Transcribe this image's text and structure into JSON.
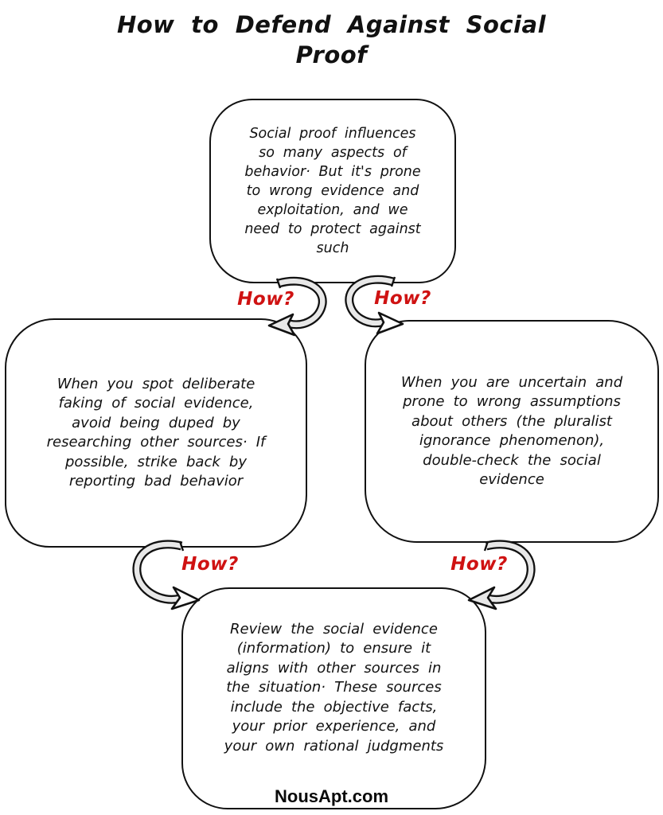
{
  "theme": {
    "ink": "#111111",
    "accent_red": "#cf1212",
    "arrow_fill": "#e8e8e8",
    "paper": "#ffffff"
  },
  "title": {
    "line1": "How to Defend Against Social",
    "line2": "Proof"
  },
  "nodes": {
    "top": {
      "text": "Social proof influences so many aspects of behavior· But it's prone to wrong evidence and exploitation, and we need to protect against such",
      "lines": [
        "Social proof influences",
        "so many aspects of",
        "behavior· But it's prone",
        "to wrong evidence and",
        "exploitation, and we",
        "need to protect against",
        "such"
      ]
    },
    "left": {
      "text": "When you spot deliberate faking of social evidence, avoid being duped by researching other sources· If possible, strike back by reporting bad behavior",
      "lines": [
        "When you spot deliberate",
        "faking of social evidence,",
        "avoid being duped by",
        "researching other sources· If",
        "possible, strike back by",
        "reporting bad behavior"
      ]
    },
    "right": {
      "text": "When you are uncertain and prone to wrong assumptions about others (the pluralist ignorance phenomenon), double-check the social evidence",
      "lines": [
        "When you are uncertain and",
        "prone to wrong assumptions",
        "about others (the pluralist",
        "ignorance phenomenon),",
        "double-check the social",
        "evidence"
      ]
    },
    "bottom": {
      "text": "Review the social evidence (information) to ensure it aligns with other sources in the situation· These sources include the objective facts, your prior experience, and your own rational judgments",
      "lines": [
        "Review the social evidence",
        "(information) to ensure it",
        "aligns with other sources in",
        "the situation· These sources",
        "include the objective facts,",
        "your prior experience, and",
        "your own rational judgments"
      ]
    }
  },
  "connectors": {
    "top_to_left_label": "How?",
    "top_to_right_label": "How?",
    "left_to_bottom_label": "How?",
    "right_to_bottom_label": "How?"
  },
  "footer": {
    "brand": "NousApt.com"
  }
}
